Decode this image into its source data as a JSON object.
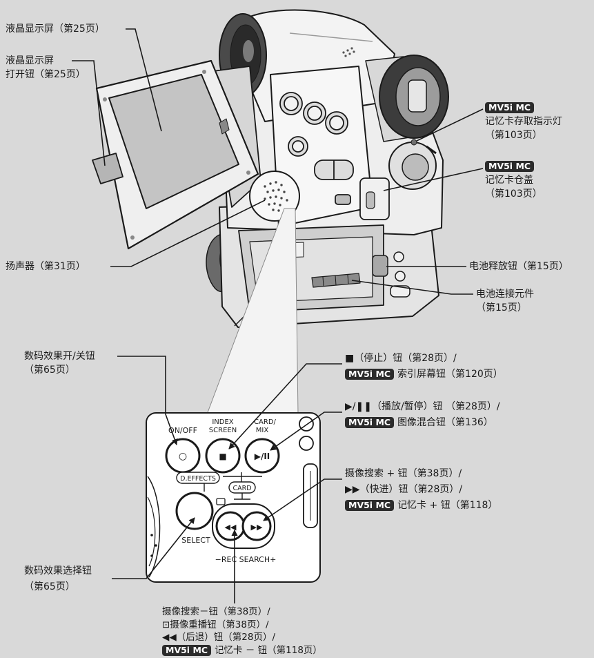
{
  "colors": {
    "background": "#d9d9d9",
    "ink": "#1a1a1a",
    "badge_bg": "#2b2b2b",
    "badge_text": "#ffffff"
  },
  "badge": "MV5i MC",
  "callouts": {
    "lcd_screen": {
      "lines": [
        "液晶显示屏（第25页）"
      ]
    },
    "lcd_open": {
      "lines": [
        "液晶显示屏",
        "打开钮（第25页）"
      ]
    },
    "card_access_indicator": {
      "lines": [
        "记忆卡存取指示灯",
        "（第103页）"
      ]
    },
    "card_slot_cover": {
      "lines": [
        "记忆卡仓盖",
        "（第103页）"
      ]
    },
    "speaker": {
      "lines": [
        "扬声器（第31页）"
      ]
    },
    "battery_release": {
      "lines": [
        "电池释放钮（第15页）"
      ]
    },
    "battery_terminal": {
      "lines": [
        "电池连接元件",
        "（第15页）"
      ]
    },
    "effects_on_off": {
      "lines": [
        "数码效果开/关钮",
        "（第65页）"
      ]
    },
    "stop": {
      "lines": [
        "■（停止）钮（第28页）/",
        "索引屏幕钮（第120页）"
      ]
    },
    "play_pause": {
      "lines": [
        "▶/❚❚（播放/暂停）钮 （第28页）/",
        "图像混合钮（第136）"
      ]
    },
    "search_plus": {
      "lines": [
        "摄像搜索 + 钮（第38页）/",
        "▶▶（快进）钮（第28页）/",
        "记忆卡 + 钮（第118）"
      ]
    },
    "effects_select": {
      "lines": [
        "数码效果选择钮",
        "（第65页）"
      ]
    },
    "search_minus": {
      "lines": [
        "摄像搜索－钮（第38页）/",
        "⊡摄像重播钮（第38页）/",
        "◀◀（后退）钮（第28页）/",
        "记忆卡 － 钮（第118页）"
      ]
    }
  },
  "panel": {
    "on_off": "ON/OFF",
    "index": "INDEX",
    "screen": "SCREEN",
    "card_mix_1": "CARD/",
    "card_mix_2": "MIX",
    "d_effects": "D.EFFECTS",
    "card": "CARD",
    "select": "SELECT",
    "rec_search": "−REC SEARCH+",
    "symbols": {
      "on_off": "○",
      "stop": "■",
      "play_pause": "▶/II",
      "rewind": "◀◀",
      "fast_forward": "▶▶"
    }
  }
}
